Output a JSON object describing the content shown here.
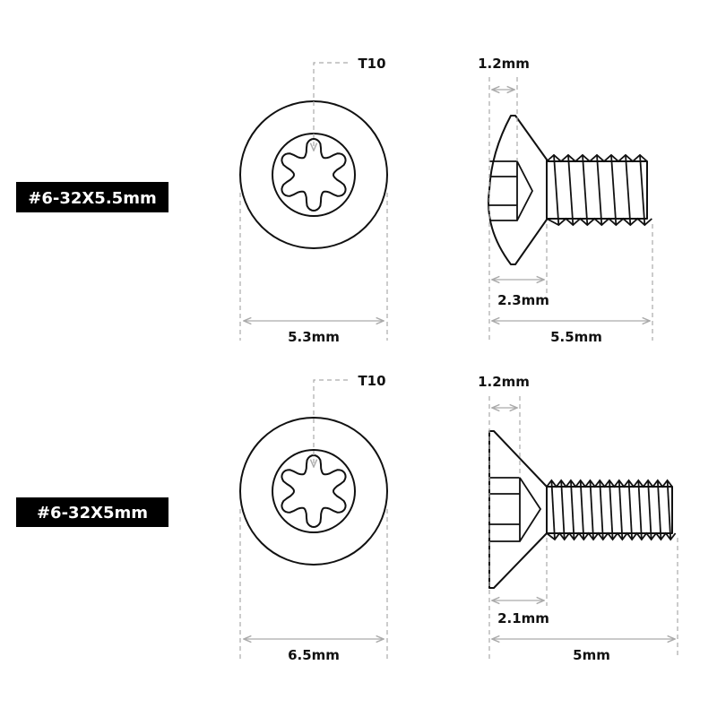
{
  "screws": [
    {
      "size_label": "#6-32X5.5mm",
      "drive_label": "T10",
      "head_diameter_label": "5.3mm",
      "recess_depth_label": "1.2mm",
      "head_height_label": "2.3mm",
      "length_label": "5.5mm",
      "head_style": "button"
    },
    {
      "size_label": "#6-32X5mm",
      "drive_label": "T10",
      "head_diameter_label": "6.5mm",
      "recess_depth_label": "1.2mm",
      "head_height_label": "2.1mm",
      "length_label": "5mm",
      "head_style": "countersunk"
    }
  ],
  "colors": {
    "outline": "#111111",
    "dimension": "#aaaaaa",
    "tag_bg": "#000000",
    "tag_text": "#ffffff"
  }
}
